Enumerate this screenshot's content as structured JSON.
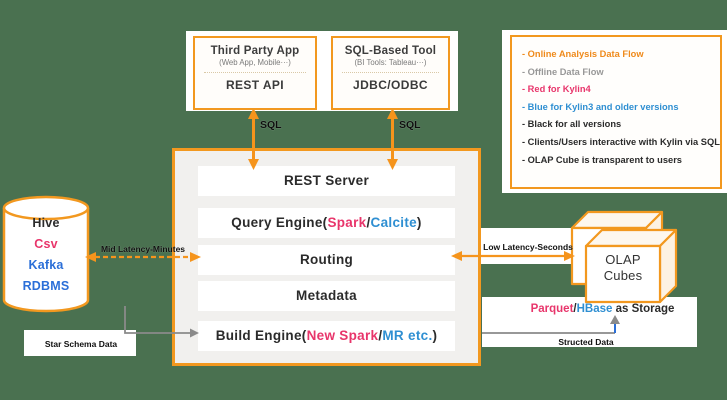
{
  "colors": {
    "background_green": "#4a7150",
    "accent_orange": "#f2981f",
    "kylin4_red": "#e8356b",
    "kylin3_blue": "#2f8fd2",
    "datasource_blue": "#2b6fd8",
    "offline_gray": "#8e8e8e"
  },
  "top_boxes": [
    {
      "title": "Third Party App",
      "subtitle": "(Web App, Mobile···)",
      "proto": "REST API"
    },
    {
      "title": "SQL-Based Tool",
      "subtitle": "(BI Tools: Tableau···)",
      "proto": "JDBC/ODBC"
    }
  ],
  "sql_labels": {
    "left": "SQL",
    "right": "SQL"
  },
  "legend": {
    "items": [
      {
        "text": "- Online Analysis Data Flow",
        "c": "orange",
        "arrow": "orange"
      },
      {
        "text": "- Offline Data Flow",
        "c": "gray",
        "arrow": "gray"
      },
      {
        "text": "- Red for Kylin4",
        "c": "red"
      },
      {
        "text": "- Blue for Kylin3 and older versions",
        "c": "blue"
      },
      {
        "text": "- Black for all versions",
        "c": "black"
      },
      {
        "text": "- Clients/Users interactive with Kylin via SQL",
        "c": "black"
      },
      {
        "text": "- OLAP Cube is transparent to users",
        "c": "black"
      }
    ]
  },
  "server": {
    "rows": [
      {
        "id": "rest-server",
        "segments": [
          {
            "t": "REST Server",
            "c": "black"
          }
        ]
      },
      {
        "id": "query-engine",
        "segments": [
          {
            "t": "Query Engine(",
            "c": "black"
          },
          {
            "t": "Spark",
            "c": "red"
          },
          {
            "t": "/",
            "c": "black"
          },
          {
            "t": "Calcite",
            "c": "blue"
          },
          {
            "t": ")",
            "c": "black"
          }
        ]
      },
      {
        "id": "routing",
        "segments": [
          {
            "t": "Routing",
            "c": "black"
          }
        ]
      },
      {
        "id": "metadata",
        "segments": [
          {
            "t": "Metadata",
            "c": "black"
          }
        ]
      },
      {
        "id": "build-engine",
        "segments": [
          {
            "t": "Build Engine(",
            "c": "black"
          },
          {
            "t": "New Spark",
            "c": "red"
          },
          {
            "t": "/",
            "c": "black"
          },
          {
            "t": "MR etc.",
            "c": "blue"
          },
          {
            "t": ")",
            "c": "black"
          }
        ]
      }
    ]
  },
  "datasource": {
    "items": [
      {
        "t": "Hive",
        "c": "black"
      },
      {
        "t": "Csv",
        "c": "red"
      },
      {
        "t": "Kafka",
        "c": "blue2"
      },
      {
        "t": "RDBMS",
        "c": "blue2"
      }
    ]
  },
  "flow_labels": {
    "mid": "Mid Latency-Minutes",
    "low": "Low Latency-Seconds",
    "star": "Star Schema Data",
    "structed": "Structed Data"
  },
  "storage": {
    "cube_line1": "OLAP",
    "cube_line2": "Cubes",
    "caption_segments": [
      {
        "t": "Parquet",
        "c": "red"
      },
      {
        "t": "/",
        "c": "black"
      },
      {
        "t": "HBase",
        "c": "blue"
      },
      {
        "t": " as Storage",
        "c": "black"
      }
    ]
  }
}
